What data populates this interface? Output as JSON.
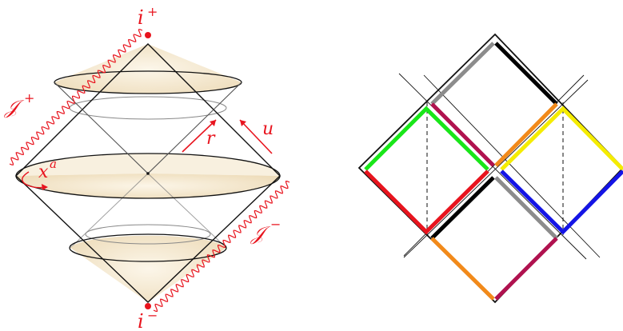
{
  "left_diagram": {
    "labels": {
      "i_plus": "i",
      "i_plus_sup": "+",
      "i_minus": "i",
      "i_minus_sup": "−",
      "scri_plus": "𝒥",
      "scri_plus_sup": "+",
      "scri_minus": "𝒥",
      "scri_minus_sup": "−",
      "r": "r",
      "u": "u",
      "x": "x",
      "x_sup": "a"
    },
    "colors": {
      "accent": "#e8141e",
      "cone_fill": "#f0dcb4",
      "outline": "#111111"
    }
  },
  "right_diagram": {
    "colors": {
      "green": "#19e619",
      "red": "#e8141e",
      "black": "#000000",
      "gray": "#8c8c8c",
      "maroon": "#b0124f",
      "orange": "#f28a1a",
      "yellow": "#f5ec00",
      "blue": "#1414e6"
    }
  }
}
